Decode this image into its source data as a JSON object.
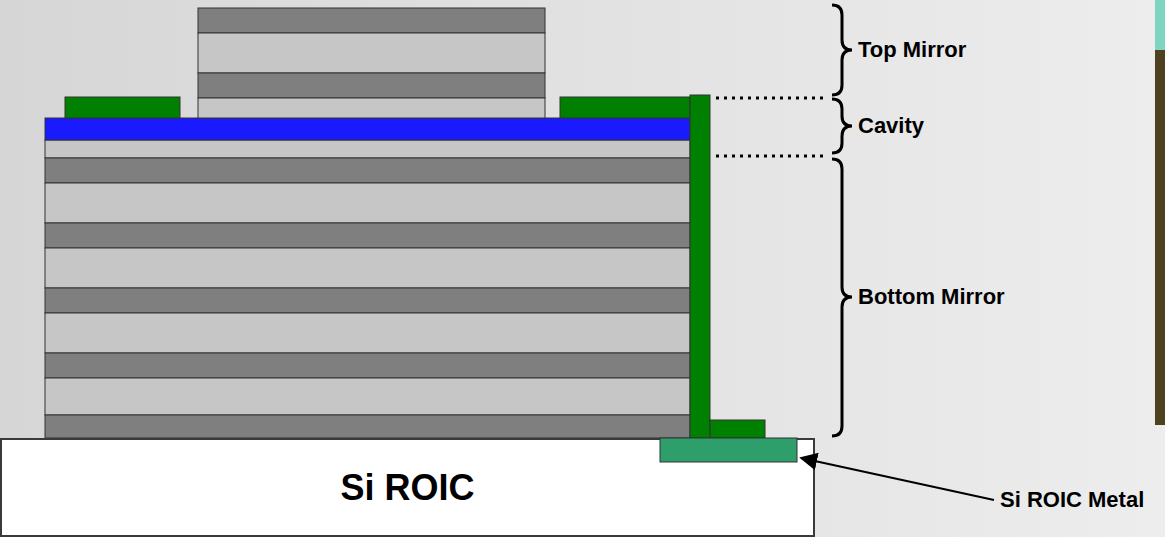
{
  "diagram": {
    "nodes": [
      {
        "text": [
          "Si ROIC"
        ]
      }
    ],
    "labels": [
      "Top Mirror",
      "Cavity",
      "Bottom Mirror",
      "Si ROIC Metal"
    ]
  }
}
